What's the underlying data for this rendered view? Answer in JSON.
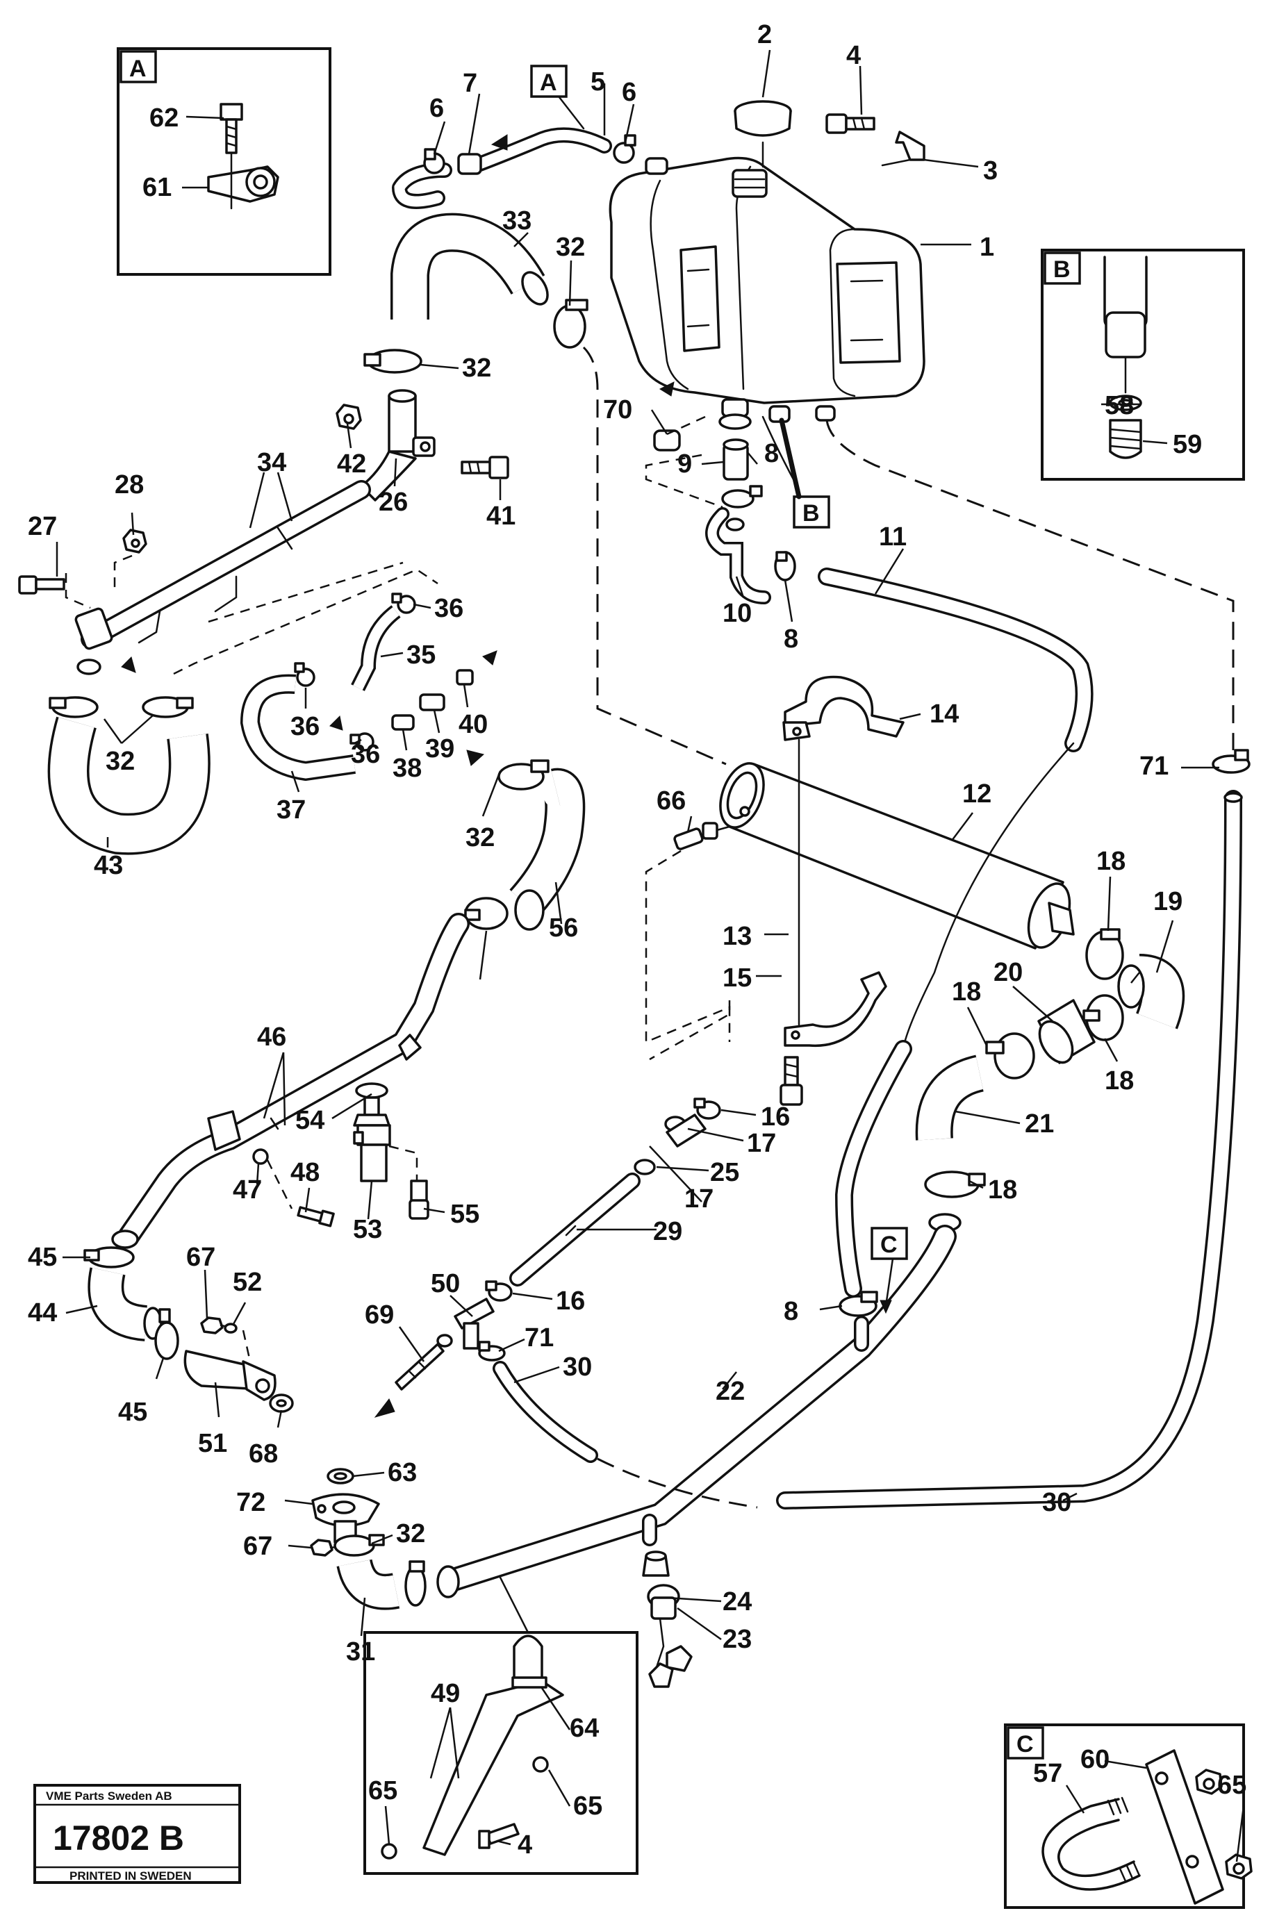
{
  "stamp": {
    "company": "VME Parts Sweden AB",
    "drawing_number": "17802 B",
    "printed": "PRINTED IN SWEDEN"
  },
  "detail_tags": {
    "A": "A",
    "B": "B",
    "C": "C"
  },
  "part_labels": {
    "p1": "1",
    "p2": "2",
    "p3": "3",
    "p4a": "4",
    "p4b": "4",
    "p5": "5",
    "p6a": "6",
    "p6b": "6",
    "p7": "7",
    "p8a": "8",
    "p8b": "8",
    "p8c": "8",
    "p9": "9",
    "p10": "10",
    "p11": "11",
    "p12": "12",
    "p13": "13",
    "p14": "14",
    "p15": "15",
    "p16a": "16",
    "p16b": "16",
    "p17a": "17",
    "p17b": "17",
    "p18a": "18",
    "p18b": "18",
    "p18c": "18",
    "p18d": "18",
    "p19": "19",
    "p20": "20",
    "p21": "21",
    "p22": "22",
    "p23": "23",
    "p24": "24",
    "p25": "25",
    "p26": "26",
    "p27": "27",
    "p28": "28",
    "p29": "29",
    "p30a": "30",
    "p30b": "30",
    "p31": "31",
    "p32a": "32",
    "p32b": "32",
    "p32c": "32",
    "p32d": "32",
    "p32e": "32",
    "p33": "33",
    "p34": "34",
    "p35": "35",
    "p36a": "36",
    "p36b": "36",
    "p36c": "36",
    "p37": "37",
    "p38": "38",
    "p39": "39",
    "p40": "40",
    "p41": "41",
    "p42": "42",
    "p43": "43",
    "p44": "44",
    "p45a": "45",
    "p45b": "45",
    "p46": "46",
    "p47": "47",
    "p48": "48",
    "p49": "49",
    "p50": "50",
    "p51": "51",
    "p52": "52",
    "p53": "53",
    "p54": "54",
    "p55": "55",
    "p56": "56",
    "p57": "57",
    "p58": "58",
    "p59": "59",
    "p60": "60",
    "p61": "61",
    "p62": "62",
    "p63": "63",
    "p64": "64",
    "p65a": "65",
    "p65b": "65",
    "p65c": "65",
    "p66": "66",
    "p67a": "67",
    "p67b": "67",
    "p68": "68",
    "p69": "69",
    "p70": "70",
    "p71a": "71",
    "p71b": "71",
    "p72": "72"
  }
}
